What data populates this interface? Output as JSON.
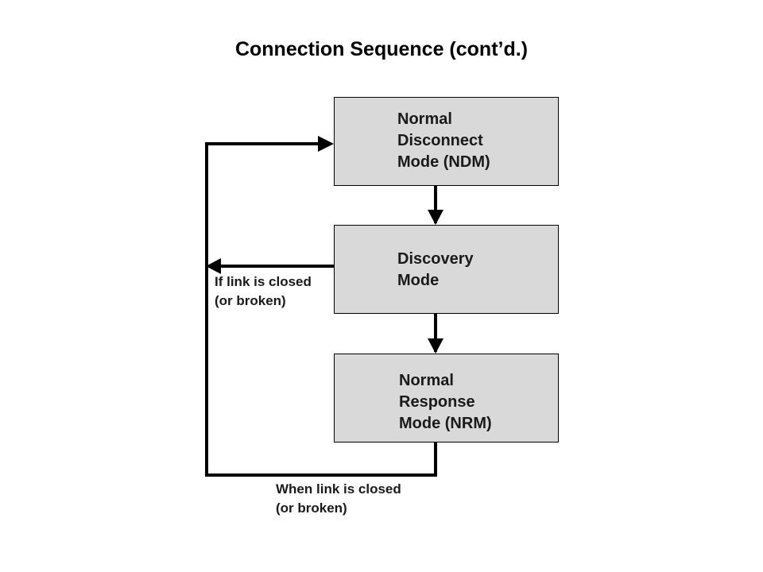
{
  "title": "Connection Sequence (cont’d.)",
  "nodes": {
    "ndm": [
      "Normal",
      "Disconnect",
      "Mode (NDM)"
    ],
    "discovery": [
      "Discovery",
      "Mode"
    ],
    "nrm": [
      "Normal",
      "Response",
      "Mode (NRM)"
    ]
  },
  "edges": {
    "discovery_to_ndm": [
      "If link is closed",
      "(or broken)"
    ],
    "nrm_to_ndm": [
      "When link is closed",
      "(or broken)"
    ]
  }
}
